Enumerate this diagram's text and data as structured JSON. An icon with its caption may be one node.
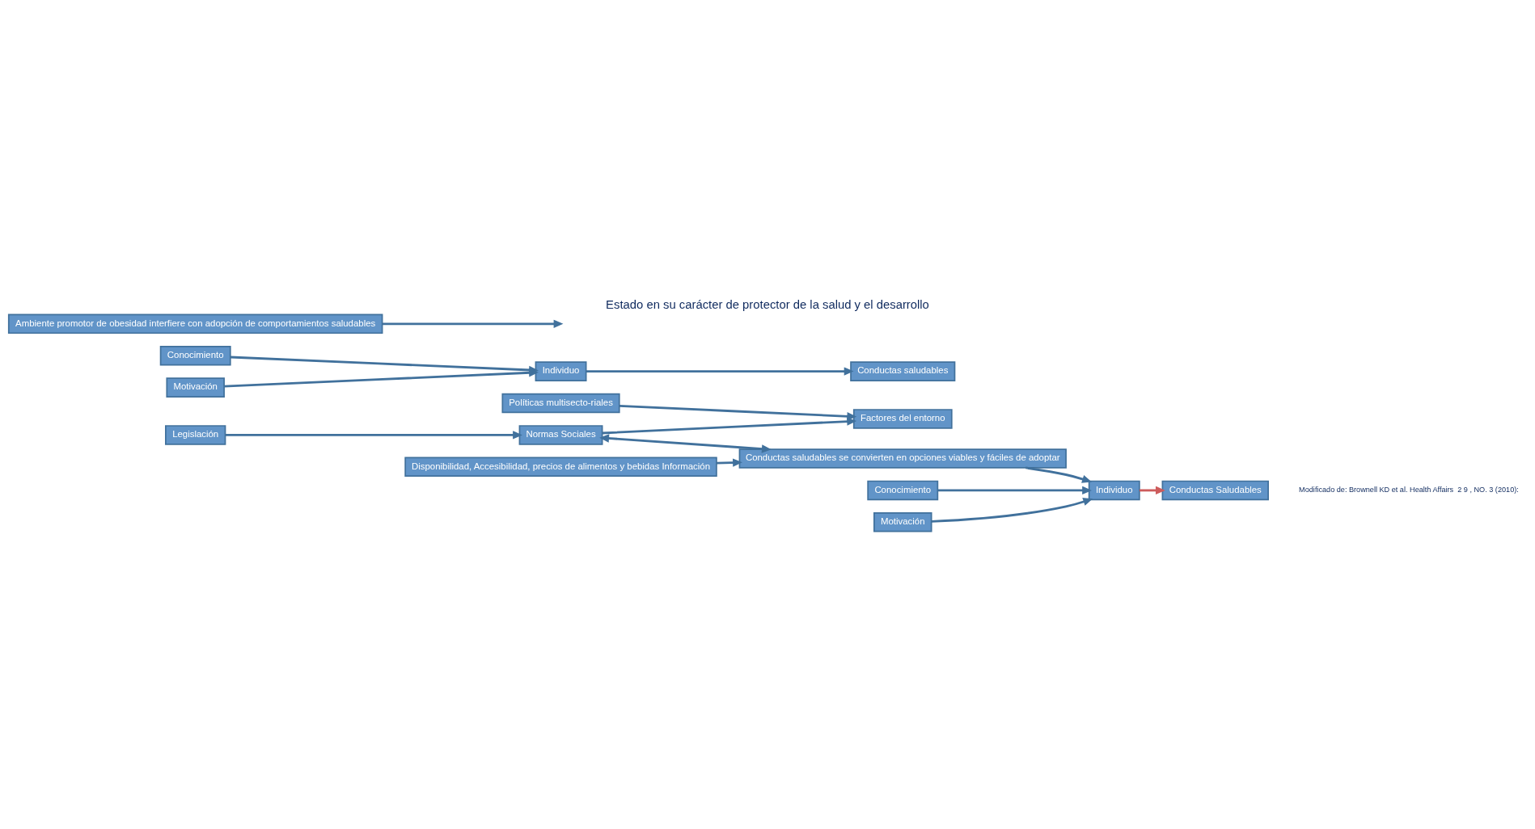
{
  "diagram": {
    "title": "Estado en su carácter de protector de la salud y el desarrollo",
    "caption": "Modificado de: Brownell KD et al. Health Affairs  2 9 , NO. 3 (2010):",
    "nodes": [
      {
        "text": [
          "Conocimiento"
        ]
      },
      {
        "text": [
          "Individuo"
        ]
      },
      {
        "text": [
          "Motivación"
        ]
      },
      {
        "text": [
          "Conductas saludables"
        ]
      },
      {
        "text": [
          "Ambiente promotor de obesidad interfiere con adopción de comportamientos saludables"
        ]
      },
      {
        "text": [
          "Legislación"
        ]
      },
      {
        "text": [
          "Normas Sociales"
        ]
      },
      {
        "text": [
          "Políticas multisecto-riales"
        ]
      },
      {
        "text": [
          "Factores del entorno"
        ]
      },
      {
        "text": [
          "Disponibilidad, Accesibilidad, precios de alimentos y bebidas Información"
        ]
      },
      {
        "text": [
          "Conductas saludables se convierten en opciones viables y fáciles de adoptar"
        ]
      },
      {
        "text": [
          "Conocimiento"
        ]
      },
      {
        "text": [
          "Individuo"
        ]
      },
      {
        "text": [
          "Motivación"
        ]
      },
      {
        "text": [
          "Conductas Saludables"
        ]
      }
    ],
    "edges": [
      {
        "from": 0,
        "to": 1,
        "arrow": "to"
      },
      {
        "from": 2,
        "to": 1,
        "arrow": "to"
      },
      {
        "from": 1,
        "to": 3,
        "arrow": "to"
      },
      {
        "from": 4,
        "to": null,
        "arrow": "to"
      },
      {
        "from": 5,
        "to": 6,
        "arrow": "to"
      },
      {
        "from": 6,
        "to": 8,
        "arrow": "to"
      },
      {
        "from": 7,
        "to": 8,
        "arrow": "to"
      },
      {
        "from": 6,
        "to": 10,
        "arrow": "both"
      },
      {
        "from": 9,
        "to": 10,
        "arrow": "to"
      },
      {
        "from": 10,
        "to": 12,
        "arrow": "to"
      },
      {
        "from": 11,
        "to": 12,
        "arrow": "to"
      },
      {
        "from": 13,
        "to": 12,
        "arrow": "to"
      },
      {
        "from": 12,
        "to": 14,
        "arrow": "to",
        "color": "#cd5c5c"
      }
    ]
  }
}
